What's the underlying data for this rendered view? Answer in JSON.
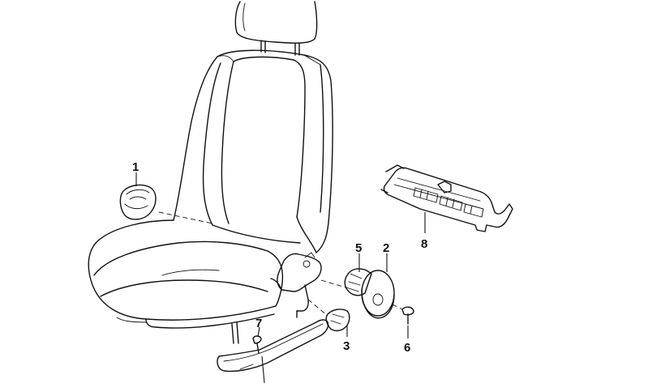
{
  "diagram": {
    "callouts": [
      {
        "id": "1",
        "label": "1"
      },
      {
        "id": "2",
        "label": "2"
      },
      {
        "id": "3",
        "label": "3"
      },
      {
        "id": "5",
        "label": "5"
      },
      {
        "id": "6",
        "label": "6"
      },
      {
        "id": "7",
        "label": "7"
      },
      {
        "id": "8",
        "label": "8"
      }
    ]
  }
}
